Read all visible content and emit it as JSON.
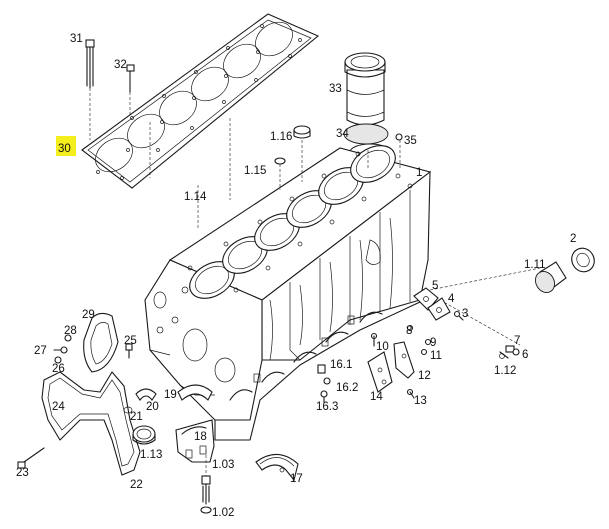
{
  "diagram": {
    "highlighted_label": "30",
    "labels": [
      "31",
      "32",
      "30",
      "33",
      "34",
      "35",
      "1.16",
      "1.15",
      "1",
      "1.14",
      "2",
      "1.11",
      "29",
      "5",
      "4",
      "3",
      "28",
      "25",
      "7",
      "8",
      "9",
      "11",
      "27",
      "26",
      "10",
      "16.1",
      "6",
      "1.12",
      "16.2",
      "12",
      "14",
      "19",
      "20",
      "24",
      "21",
      "16.3",
      "13",
      "18",
      "1.13",
      "1.03",
      "23",
      "17",
      "22",
      "1.02"
    ]
  }
}
